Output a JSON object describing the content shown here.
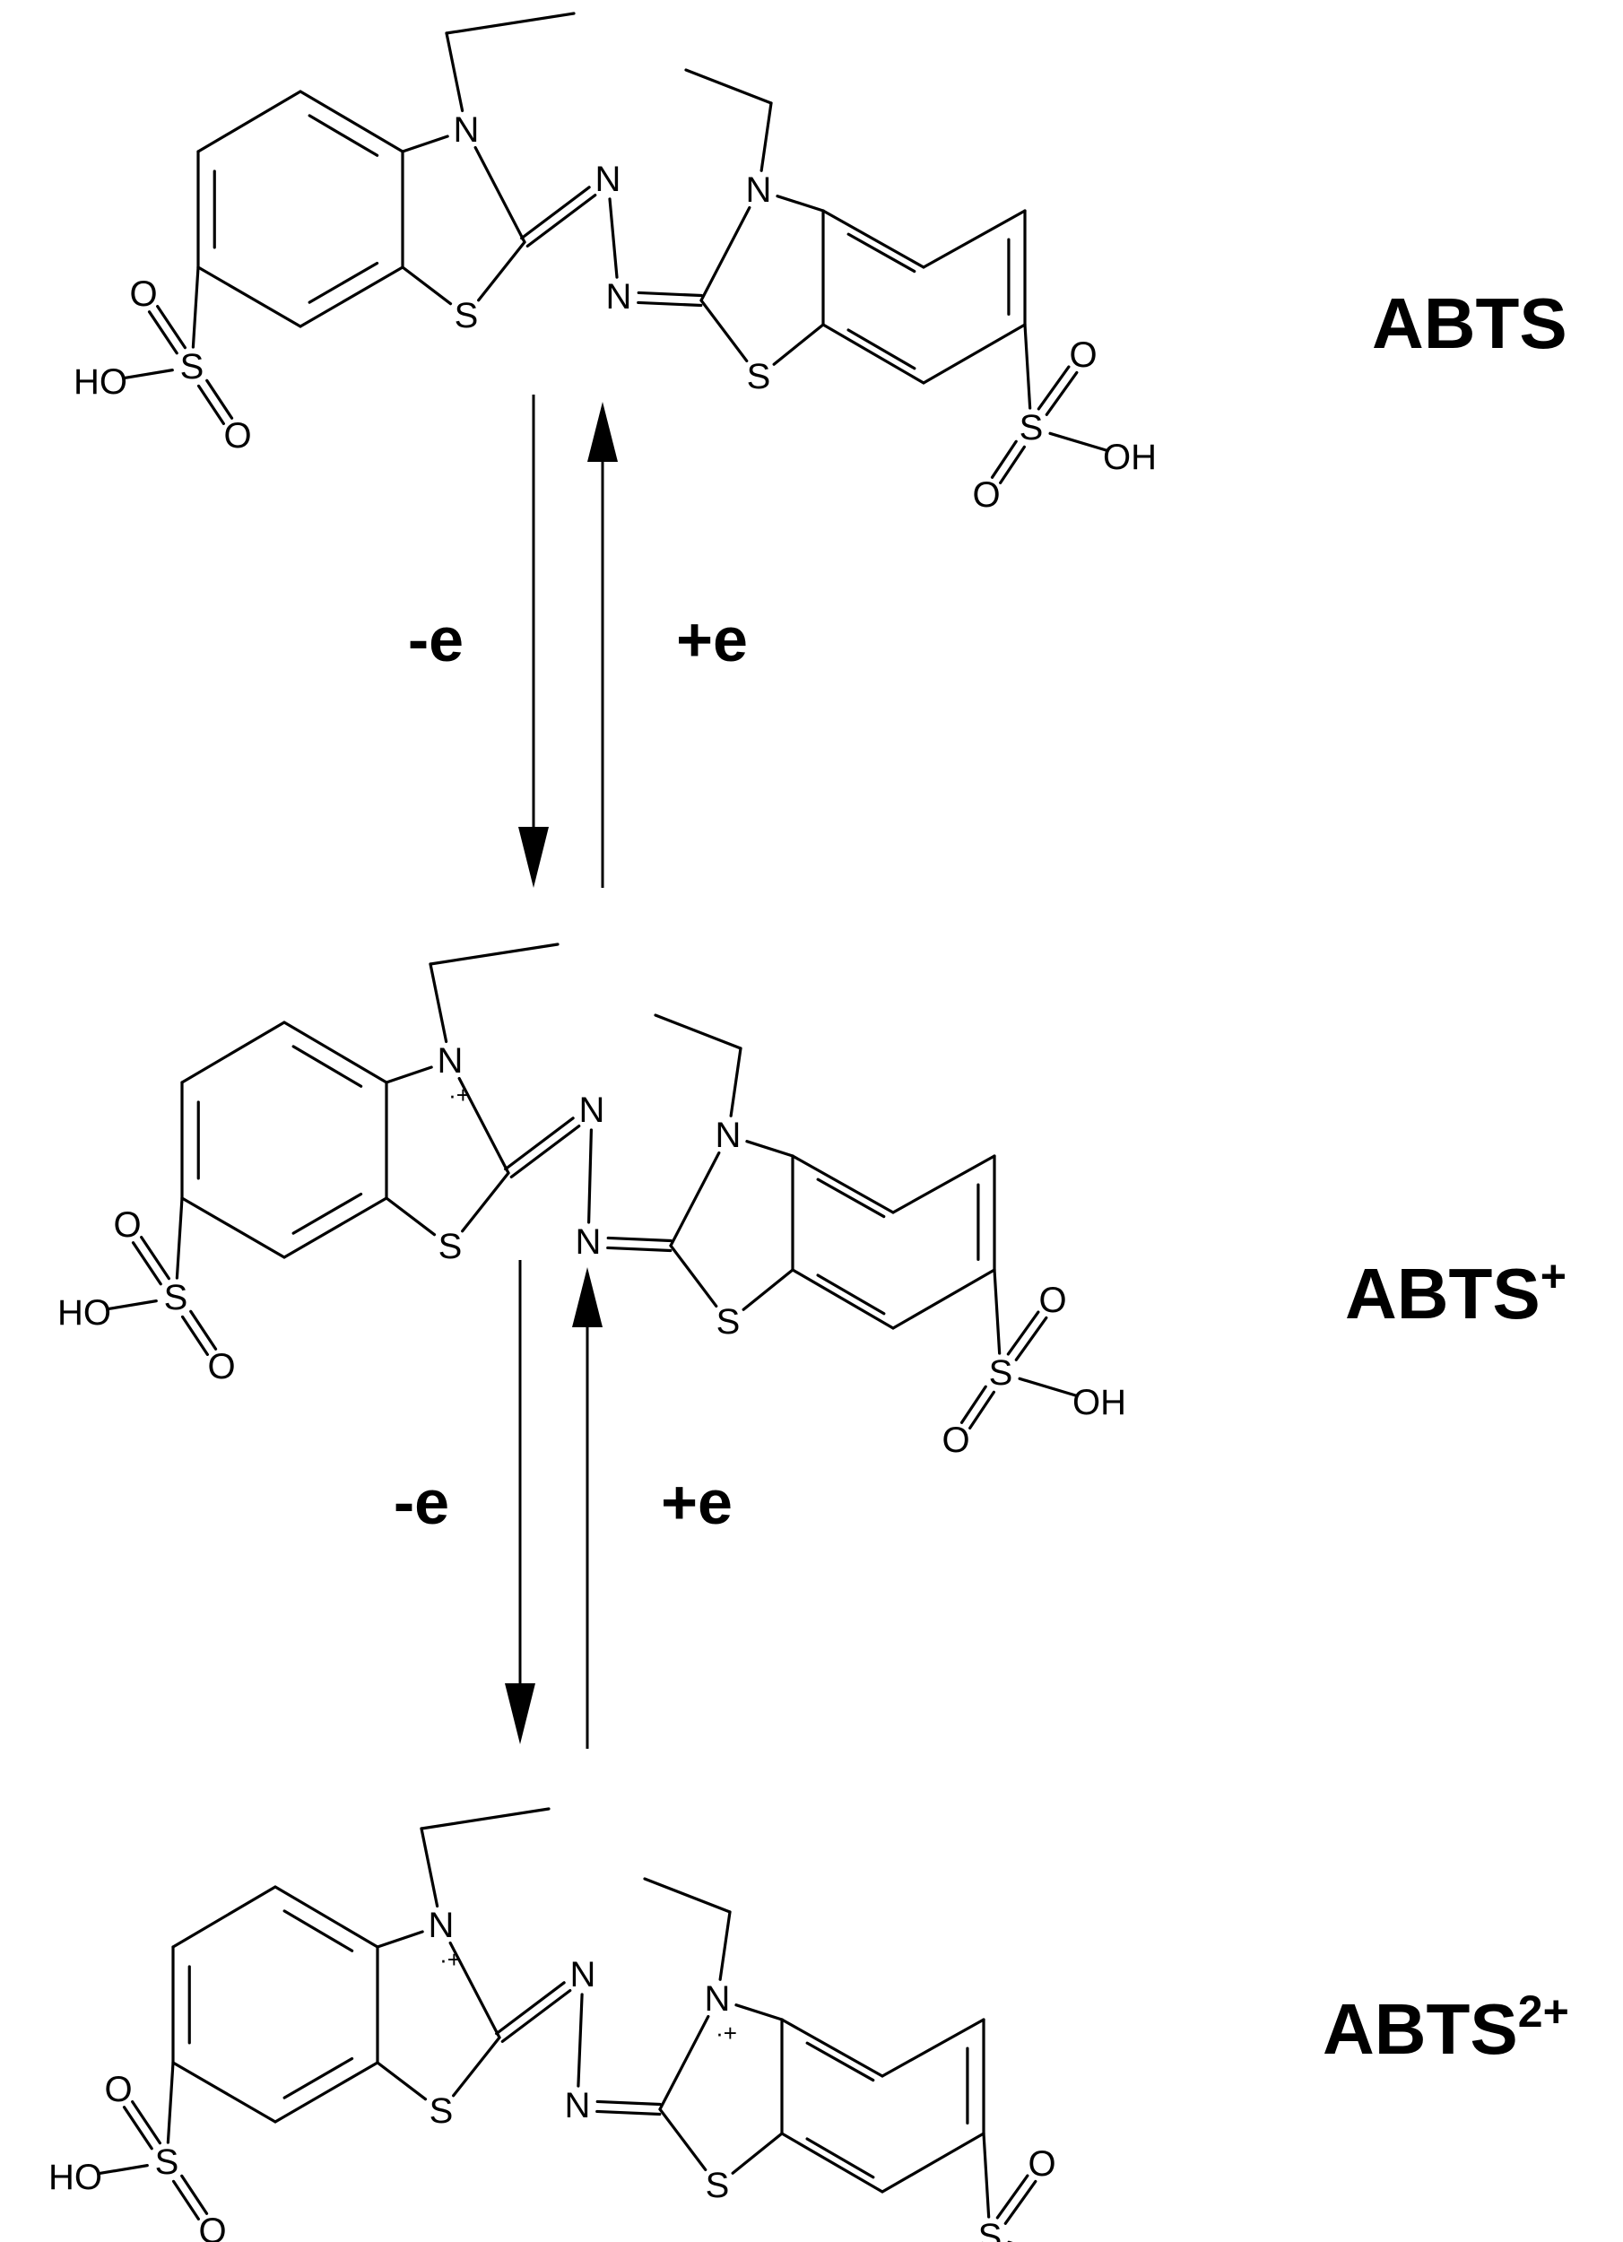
{
  "atoms": {
    "nitrogen": "N",
    "sulfur": "S",
    "oxygen": "O",
    "hydroxyl": "HO",
    "hydroxyl_right": "OH"
  },
  "radical_cation_mark": "·+",
  "species": [
    {
      "name": "ABTS",
      "superscript": "",
      "radicals": []
    },
    {
      "name": "ABTS",
      "superscript": "+",
      "radicals": [
        "left"
      ]
    },
    {
      "name": "ABTS",
      "superscript": "2+",
      "radicals": [
        "left",
        "right"
      ]
    }
  ],
  "steps": [
    {
      "forward": "-e",
      "reverse": "+e"
    },
    {
      "forward": "-e",
      "reverse": "+e"
    }
  ]
}
